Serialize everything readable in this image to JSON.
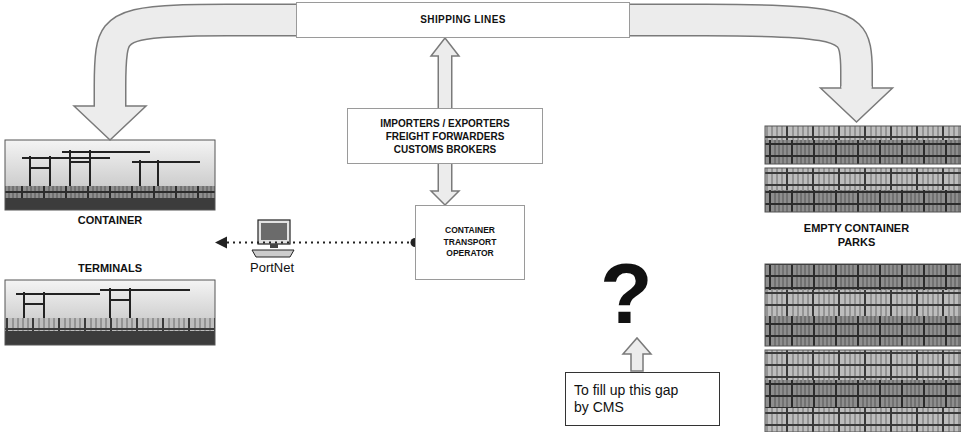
{
  "diagram": {
    "nodes": [
      {
        "text": [
          "SHIPPING LINES"
        ]
      },
      {
        "text": [
          "CONTAINER",
          "TERMINALS"
        ]
      },
      {
        "text": [
          "IMPORTERS / EXPORTERS",
          "FREIGHT FORWARDERS",
          "CUSTOMS BROKERS"
        ]
      },
      {
        "text": [
          "CONTAINER TRANSPORT OPERATOR"
        ]
      },
      {
        "text": [
          "EMPTY CONTAINER PARKS"
        ]
      },
      {
        "text": [
          "To fill up this gap by CMS"
        ]
      }
    ],
    "edges": [
      {
        "from": 0,
        "to": 1,
        "arrow": "to"
      },
      {
        "from": 0,
        "to": 4,
        "arrow": "to"
      },
      {
        "from": 2,
        "to": 0,
        "arrow": "to"
      },
      {
        "from": 2,
        "to": 3,
        "arrow": "to"
      },
      {
        "from": 3,
        "to": 1,
        "arrow": "to"
      }
    ],
    "labels": [
      "PortNet",
      "?"
    ]
  }
}
